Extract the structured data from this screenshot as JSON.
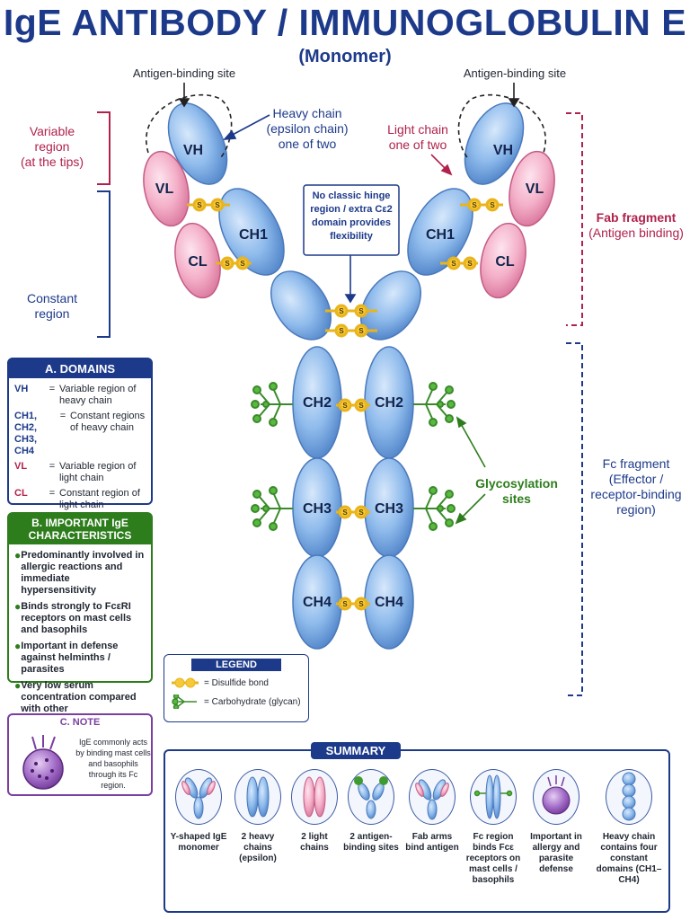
{
  "title": "IgE ANTIBODY / IMMUNOGLOBULIN E",
  "subtitle": "(Monomer)",
  "labels": {
    "antigen_site_left": "Antigen-binding site",
    "antigen_site_right": "Antigen-binding site",
    "heavy_chain": [
      "Heavy chain",
      "(epsilon chain)",
      "one of two"
    ],
    "light_chain": [
      "Light chain",
      "one of two"
    ],
    "hinge_note": [
      "No classic hinge",
      "region / extra Cε2",
      "domain provides",
      "flexibility"
    ],
    "variable_region": [
      "Variable",
      "region",
      "(at the tips)"
    ],
    "constant_region": [
      "Constant",
      "region"
    ],
    "fab_fragment": [
      "Fab fragment",
      "(Antigen binding)"
    ],
    "fc_fragment": [
      "Fc fragment",
      "(Effector /",
      "receptor-binding",
      "region)"
    ],
    "glycosylation": [
      "Glycosylation",
      "sites"
    ]
  },
  "domain_labels": {
    "vh": "VH",
    "vl": "VL",
    "ch1": "CH1",
    "cl": "CL",
    "ch2": "CH2",
    "ch3": "CH3",
    "ch4": "CH4",
    "disulfide": "S"
  },
  "domains_box": {
    "header": "A. DOMAINS",
    "items": [
      {
        "key": "VH",
        "value": "Variable region of heavy chain"
      },
      {
        "key": "CH1, CH2, CH3, CH4",
        "value": "Constant regions of heavy chain"
      },
      {
        "key": "VL",
        "value": "Variable region of light chain"
      },
      {
        "key": "CL",
        "value": "Constant region of light chain"
      }
    ]
  },
  "characteristics_box": {
    "header": "B. IMPORTANT IgE CHARACTERISTICS",
    "items": [
      "Predominantly involved in allergic reactions and immediate hypersensitivity",
      "Binds strongly to FcεRI receptors on mast cells and basophils",
      "Important in defense against helminths / parasites",
      "Very low serum concentration compared with other immunoglobulins"
    ]
  },
  "note_box": {
    "header": "C. NOTE",
    "text": "IgE commonly acts by binding mast cells and basophils through its Fc region."
  },
  "legend": {
    "header": "LEGEND",
    "disulfide": "= Disulfide bond",
    "carbohydrate": "= Carbohydrate (glycan)"
  },
  "summary": {
    "header": "SUMMARY",
    "items": [
      "Y-shaped IgE monomer",
      "2 heavy chains (epsilon)",
      "2 light chains",
      "2 antigen-binding sites",
      "Fab arms bind antigen",
      "Fc region binds Fcε receptors on mast cells / basophils",
      "Important in allergy and parasite defense",
      "Heavy chain contains four constant domains (CH1–CH4)"
    ]
  },
  "colors": {
    "heavy": "#7fb0e6",
    "light": "#f2a9c2",
    "navy": "#1d3a8a",
    "crimson": "#b0224c",
    "green": "#2e7d1d",
    "purple": "#7b3fa0",
    "gold": "#e9b41c"
  }
}
